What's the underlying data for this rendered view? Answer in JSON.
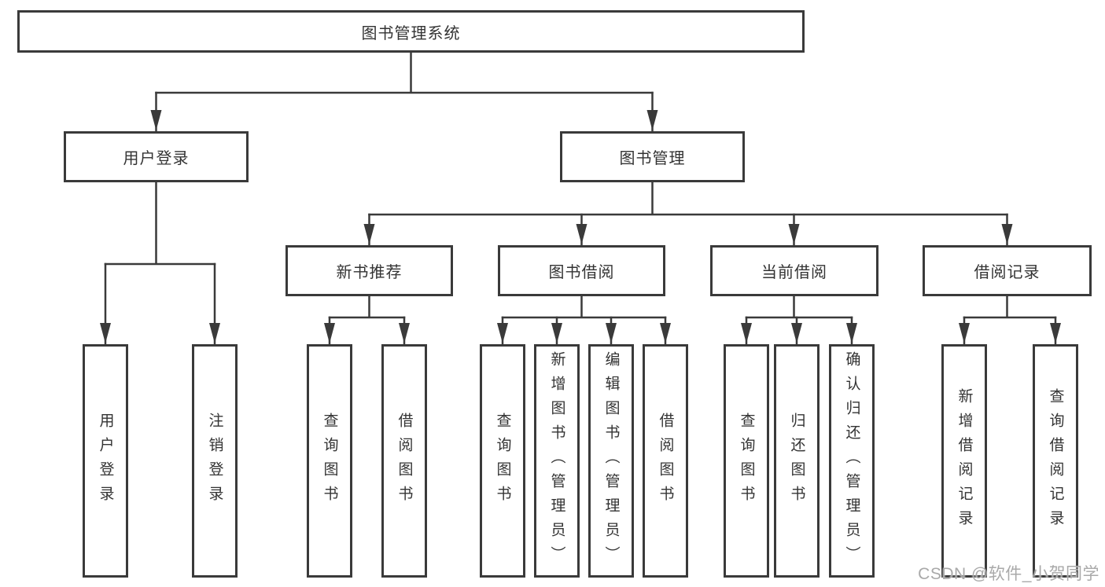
{
  "tree": {
    "label": "图书管理系统",
    "children": [
      {
        "label": "用户登录",
        "children": [
          {
            "label": "用户登录"
          },
          {
            "label": "注销登录"
          }
        ]
      },
      {
        "label": "图书管理",
        "children": [
          {
            "label": "新书推荐",
            "children": [
              {
                "label": "查询图书"
              },
              {
                "label": "借阅图书"
              }
            ]
          },
          {
            "label": "图书借阅",
            "children": [
              {
                "label": "查询图书"
              },
              {
                "label": "新增图书（管理员）"
              },
              {
                "label": "编辑图书（管理员）"
              },
              {
                "label": "借阅图书"
              }
            ]
          },
          {
            "label": "当前借阅",
            "children": [
              {
                "label": "查询图书"
              },
              {
                "label": "归还图书"
              },
              {
                "label": "确认归还（管理员）"
              }
            ]
          },
          {
            "label": "借阅记录",
            "children": [
              {
                "label": "新增借阅记录"
              },
              {
                "label": "查询借阅记录"
              }
            ]
          }
        ]
      }
    ]
  },
  "watermark": {
    "text": "CSDN @软件_小贺同学"
  },
  "colors": {
    "line": "#3a3a3a",
    "box_border": "#3a3a3a",
    "text": "#333333",
    "watermark": "#a9a9a9",
    "background": "#ffffff"
  }
}
